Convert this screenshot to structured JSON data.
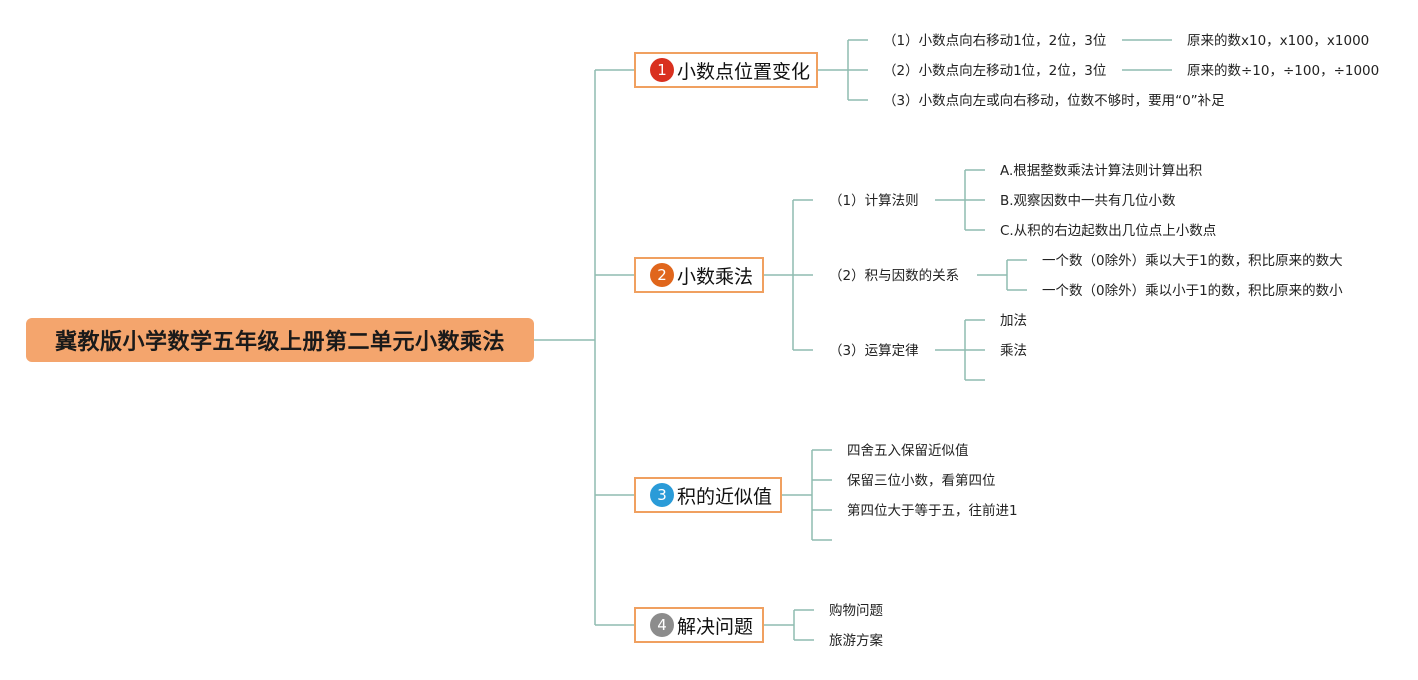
{
  "root": {
    "title": "冀教版小学数学五年级上册第二单元小数乘法"
  },
  "colors": {
    "line": "#8fbcb0",
    "root_fill": "#f4a56d",
    "box_border": "#f0a060"
  },
  "branches": [
    {
      "number": "1",
      "title": "小数点位置变化",
      "badge_color": "#d9301f",
      "items": [
        {
          "text": "（1）小数点向右移动1位，2位，3位",
          "result": "原来的数x10，x100，x1000"
        },
        {
          "text": "（2）小数点向左移动1位，2位，3位",
          "result": "原来的数÷10，÷100，÷1000"
        },
        {
          "text": "（3）小数点向左或向右移动，位数不够时，要用“0”补足"
        }
      ]
    },
    {
      "number": "2",
      "title": "小数乘法",
      "badge_color": "#e0661c",
      "items": [
        {
          "text": "（1）计算法则",
          "children": [
            "A.根据整数乘法计算法则计算出积",
            "B.观察因数中一共有几位小数",
            "C.从积的右边起数出几位点上小数点"
          ]
        },
        {
          "text": "（2）积与因数的关系",
          "children": [
            "一个数（0除外）乘以大于1的数，积比原来的数大",
            "一个数（0除外）乘以小于1的数，积比原来的数小"
          ]
        },
        {
          "text": "（3）运算定律",
          "children": [
            "加法",
            "乘法"
          ]
        }
      ]
    },
    {
      "number": "3",
      "title": "积的近似值",
      "badge_color": "#2a9bd8",
      "items": [
        {
          "text": "四舍五入保留近似值"
        },
        {
          "text": "保留三位小数，看第四位"
        },
        {
          "text": "第四位大于等于五，往前进1"
        }
      ]
    },
    {
      "number": "4",
      "title": "解决问题",
      "badge_color": "#8c8c8c",
      "items": [
        {
          "text": "购物问题"
        },
        {
          "text": "旅游方案"
        }
      ]
    }
  ]
}
